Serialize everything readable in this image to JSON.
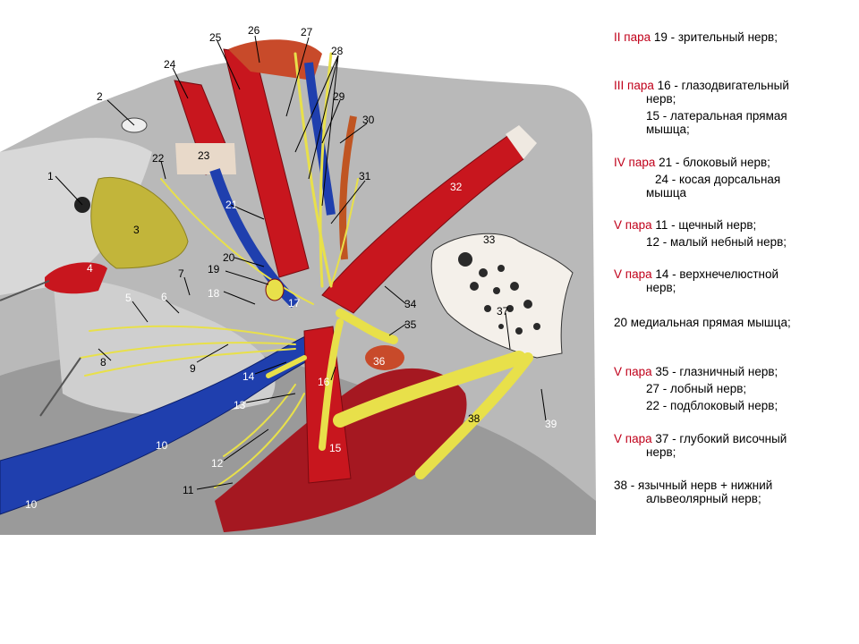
{
  "colors": {
    "pair_label": "#c0001a",
    "nerve": "#e8e04a",
    "artery": "#c8161e",
    "vein": "#1f3fae",
    "bone": "#b9b9b9",
    "background": "#ffffff"
  },
  "figure_labels": [
    "1",
    "2",
    "3",
    "4",
    "5",
    "6",
    "7",
    "8",
    "9",
    "10",
    "10",
    "11",
    "12",
    "13",
    "14",
    "15",
    "16",
    "17",
    "18",
    "19",
    "20",
    "21",
    "22",
    "23",
    "24",
    "25",
    "26",
    "27",
    "28",
    "29",
    "30",
    "31",
    "32",
    "33",
    "34",
    "35",
    "36",
    "37",
    "38",
    "39"
  ],
  "legend": [
    {
      "pair": "II пара",
      "lines": [
        "19 - зрительный нерв;"
      ]
    },
    {
      "pair": "III пара",
      "lines": [
        "16 - глазодвигательный",
        "нерв;",
        "15 - латеральная прямая",
        "мышца;"
      ]
    },
    {
      "pair": "IV пара",
      "lines": [
        "21 - блоковый нерв;",
        "24 - косая дорсальная",
        "мышца"
      ]
    },
    {
      "pair": "V пара",
      "lines": [
        "11 - щечный нерв;",
        "12 - малый небный нерв;"
      ]
    },
    {
      "pair": "V пара",
      "lines": [
        "14 - верхнечелюстной",
        "нерв;"
      ]
    },
    {
      "pair": "",
      "lines": [
        "20 медиальная прямая мышца;"
      ]
    },
    {
      "pair": "V пара",
      "lines": [
        "35 - глазничный нерв;",
        "27 - лобный нерв;",
        "22 - подблоковый нерв;"
      ]
    },
    {
      "pair": "V пара",
      "lines": [
        "37 - глубокий височный",
        "нерв;"
      ]
    },
    {
      "pair": "",
      "lines": [
        "38 - язычный нерв + нижний",
        "альвеолярный нерв;"
      ]
    }
  ]
}
